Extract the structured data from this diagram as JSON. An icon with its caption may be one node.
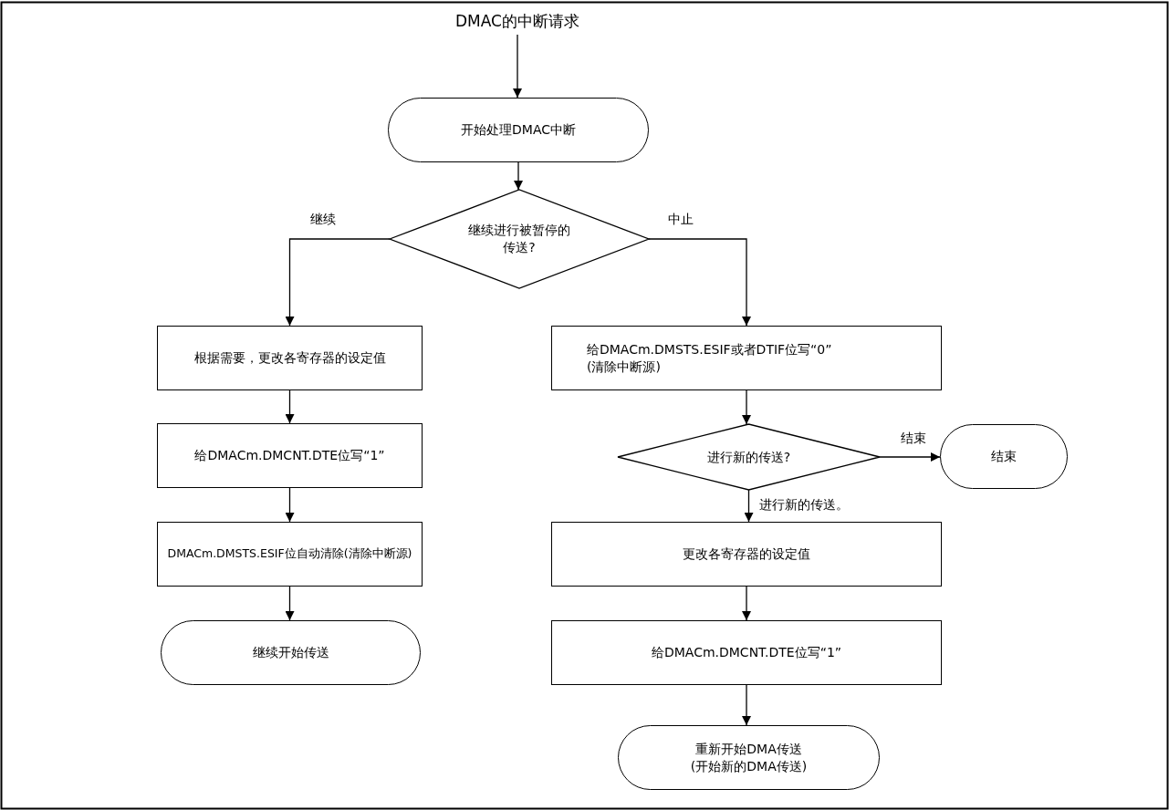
{
  "diagram": {
    "nodes": [
      {
        "text": [
          "DMAC的中断请求"
        ]
      },
      {
        "text": [
          "开始处理DMAC中断"
        ]
      },
      {
        "text": [
          "继续进行被暂停的传送?"
        ]
      },
      {
        "text": [
          "根据需要，更改各寄存器的设定值"
        ]
      },
      {
        "text": [
          "给DMACm.DMCNT.DTE位写“1”"
        ]
      },
      {
        "text": [
          "DMACm.DMSTS.ESIF位自动清除(清除中断源)"
        ]
      },
      {
        "text": [
          "继续开始传送"
        ]
      },
      {
        "text": [
          "给DMACm.DMSTS.ESIF或者DTIF位写“0”",
          "(清除中断源)"
        ]
      },
      {
        "text": [
          "进行新的传送?"
        ]
      },
      {
        "text": [
          "结束"
        ]
      },
      {
        "text": [
          "更改各寄存器的设定值"
        ]
      },
      {
        "text": [
          "给DMACm.DMCNT.DTE位写“1”"
        ]
      },
      {
        "text": [
          "重新开始DMA传送",
          "(开始新的DMA传送)"
        ]
      }
    ],
    "edges": [
      {
        "from": 0,
        "to": 1,
        "arrow": "to"
      },
      {
        "from": 1,
        "to": 2,
        "arrow": "to"
      },
      {
        "from": 2,
        "to": 3,
        "arrow": "to",
        "label": "继续"
      },
      {
        "from": 2,
        "to": 7,
        "arrow": "to",
        "label": "中止"
      },
      {
        "from": 3,
        "to": 4,
        "arrow": "to"
      },
      {
        "from": 4,
        "to": 5,
        "arrow": "to"
      },
      {
        "from": 5,
        "to": 6,
        "arrow": "to"
      },
      {
        "from": 7,
        "to": 8,
        "arrow": "to"
      },
      {
        "from": 8,
        "to": 9,
        "arrow": "to",
        "label": "结束"
      },
      {
        "from": 8,
        "to": 10,
        "arrow": "to",
        "label": "进行新的传送。"
      },
      {
        "from": 10,
        "to": 11,
        "arrow": "to"
      },
      {
        "from": 11,
        "to": 12,
        "arrow": "to"
      }
    ]
  }
}
